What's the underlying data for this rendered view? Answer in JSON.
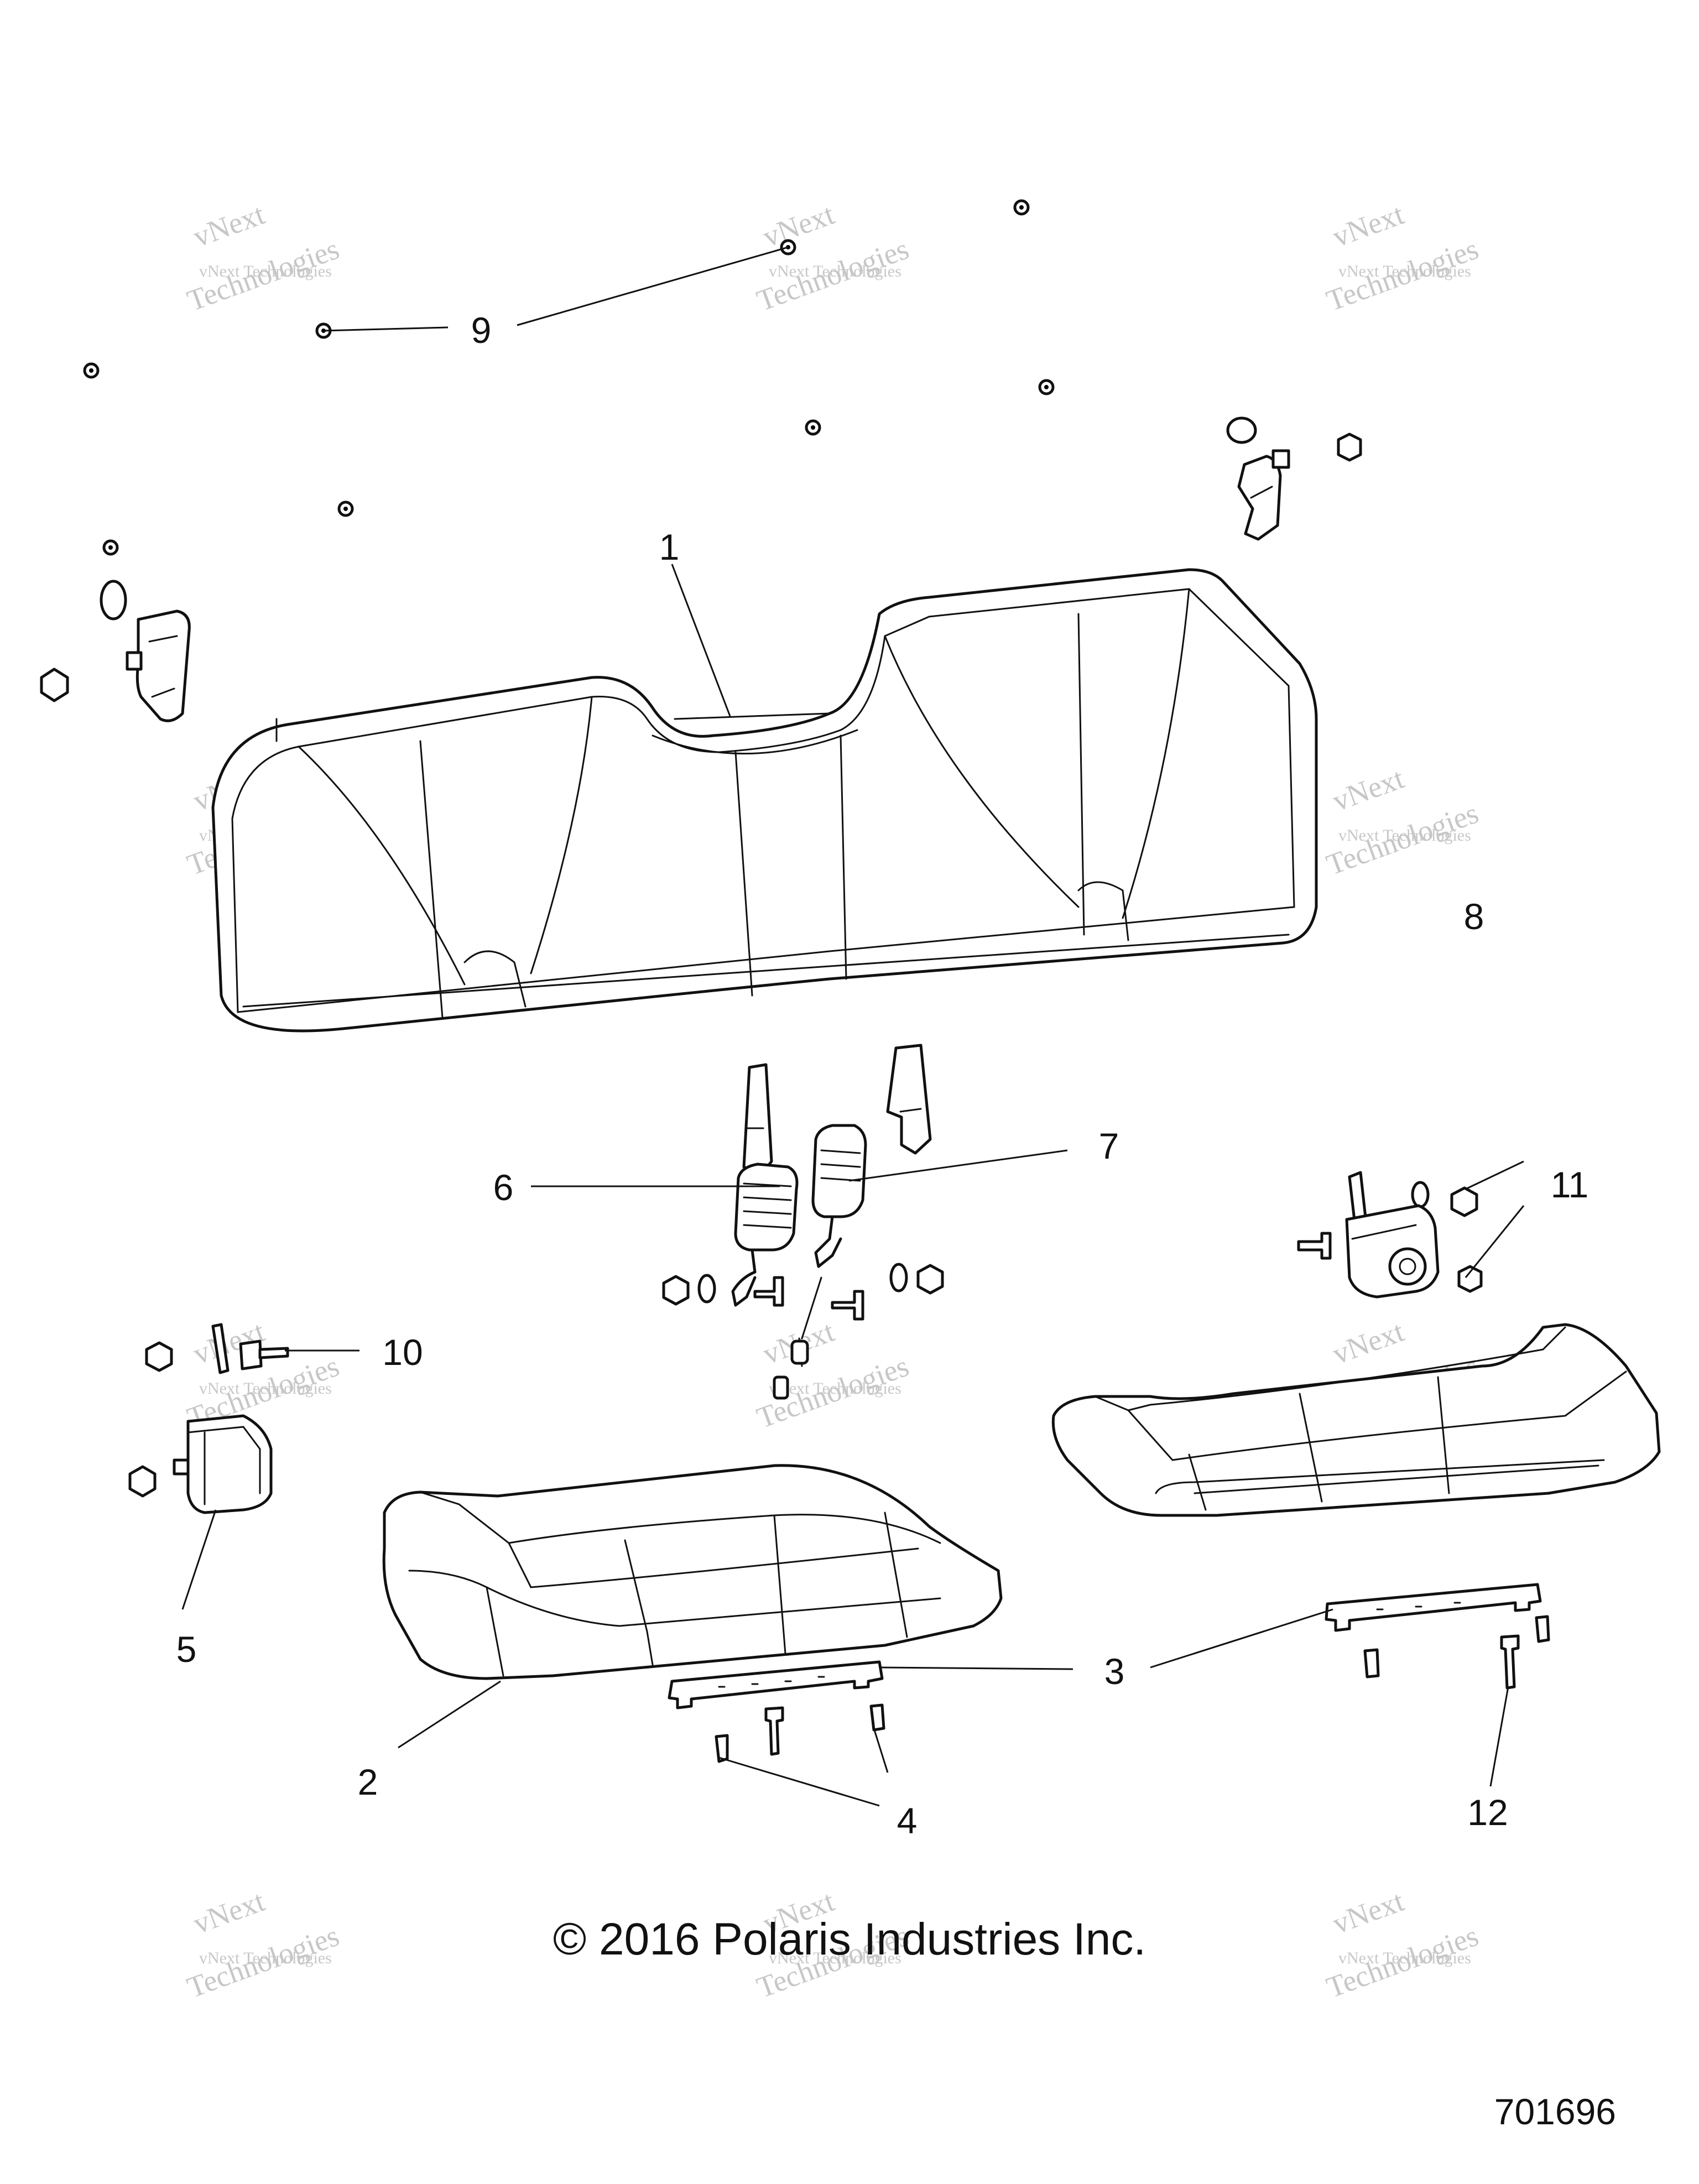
{
  "diagram": {
    "callouts": [
      "1",
      "2",
      "3",
      "4",
      "5",
      "6",
      "7",
      "8",
      "9",
      "10",
      "11",
      "12"
    ],
    "watermark": {
      "line1": "vNext Technologies",
      "line2": "vNext",
      "line3": "Technologies"
    },
    "copyright": "© 2016 Polaris Industries Inc.",
    "drawing_number": "701696"
  }
}
